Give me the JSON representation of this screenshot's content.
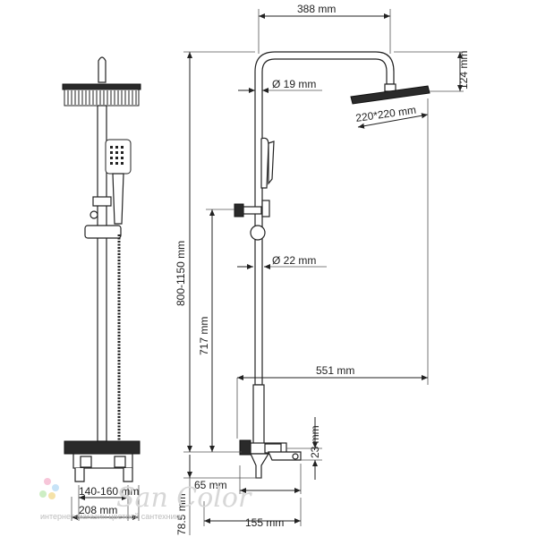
{
  "dimensions": {
    "arm_width": "388 mm",
    "head_height": "124 mm",
    "upper_pipe_diameter": "Ø 19 mm",
    "head_size": "220*220 mm",
    "lower_pipe_diameter": "Ø 22 mm",
    "total_height": "800-1150 mm",
    "mixer_height": "717 mm",
    "side_reach": "551 mm",
    "mixer_offset": "23 mm",
    "spout_length": "65 mm",
    "spout_height": "78.5 mm",
    "connection_spacing": "140-160 mm",
    "mixer_width": "208 mm",
    "mixer_depth": "155 mm"
  },
  "watermark": {
    "brand": "San Color",
    "tagline": "интернет-магазин цветной сантехники"
  }
}
